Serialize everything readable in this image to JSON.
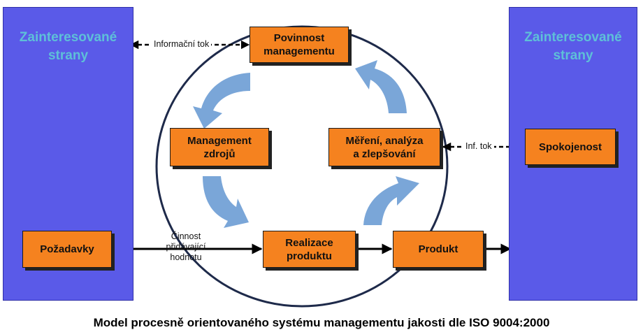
{
  "left_panel": {
    "title": "Zainteresované\nstrany"
  },
  "right_panel": {
    "title": "Zainteresované\nstrany"
  },
  "boxes": {
    "management_responsibility": "Povinnost\nmanagementu",
    "resource_management": "Management\nzdrojů",
    "measurement": "Měření, analýza\na zlepšování",
    "product_realization": "Realizace\nproduktu",
    "requirements": "Požadavky",
    "product": "Produkt",
    "satisfaction": "Spokojenost"
  },
  "labels": {
    "information_flow": "Informační tok",
    "inf_flow": "Inf. tok",
    "value_adding": "Činnost\npřidávající\nhodnotu"
  },
  "caption": "Model procesně orientovaného systému managementu jakosti dle ISO 9004:2000",
  "colors": {
    "panel": "#5a5ae8",
    "panel_text": "#5ec0d8",
    "box": "#f5821f",
    "cycle_arrow": "#7aa6d8"
  }
}
